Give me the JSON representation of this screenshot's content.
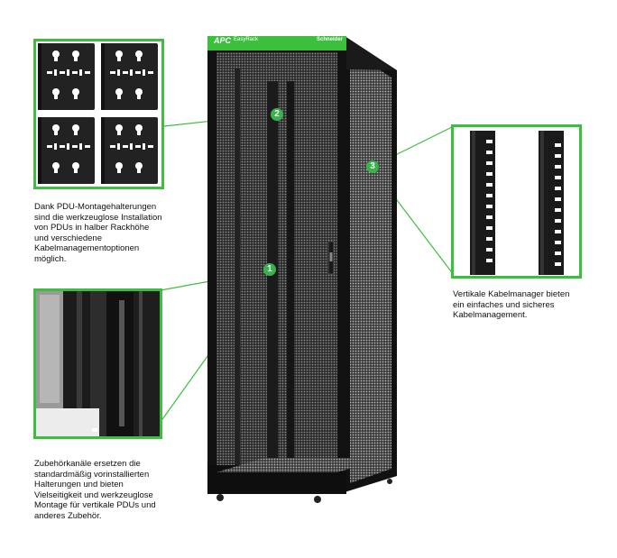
{
  "brand": {
    "logo_text": "APC",
    "product_name": "EasyRack",
    "maker": "Schneider",
    "accent_color": "#3cbf3c"
  },
  "callouts": [
    {
      "number": "2",
      "image": "pdu-mounting-brackets",
      "lines": [
        "Dank PDU-Montagehalterungen",
        "sind die werkzeuglose Installation",
        "von PDUs in halber Rackhöhe",
        "und verschiedene",
        "Kabelmanagementoptionen",
        "möglich."
      ]
    },
    {
      "number": "1",
      "image": "accessory-channels",
      "lines": [
        "Zubehörkanäle ersetzen die",
        "standardmäßig vorinstallierten",
        "Halterungen und bieten",
        "Vielseitigkeit und werkzeuglose",
        "Montage für vertikale PDUs und",
        "anderes Zubehör."
      ]
    },
    {
      "number": "3",
      "image": "vertical-cable-managers",
      "lines": [
        "Vertikale Kabelmanager bieten",
        "ein einfaches und sicheres",
        "Kabelmanagement."
      ]
    }
  ]
}
